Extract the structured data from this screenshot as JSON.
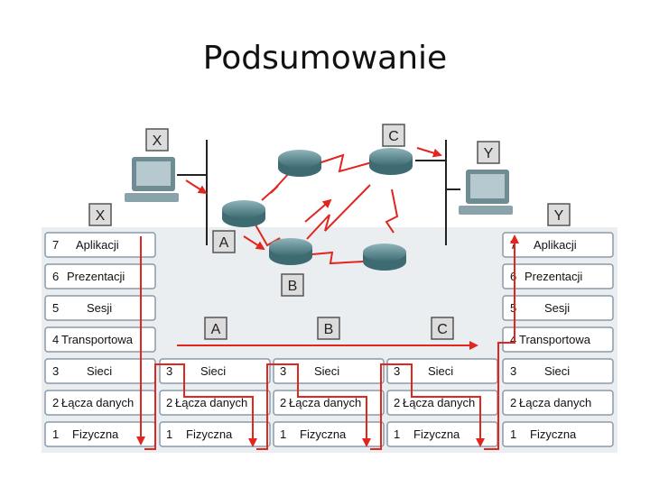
{
  "title": "Podsumowanie",
  "network": {
    "hosts": [
      "X",
      "Y"
    ],
    "routers": [
      "A",
      "B",
      "C"
    ]
  },
  "stacks": {
    "left": {
      "label": "X",
      "layers": [
        {
          "num": "7",
          "name": "Aplikacji"
        },
        {
          "num": "6",
          "name": "Prezentacji"
        },
        {
          "num": "5",
          "name": "Sesji"
        },
        {
          "num": "4",
          "name": "Transportowa"
        },
        {
          "num": "3",
          "name": "Sieci"
        },
        {
          "num": "2",
          "name": "Łącza danych"
        },
        {
          "num": "1",
          "name": "Fizyczna"
        }
      ]
    },
    "right": {
      "label": "Y",
      "layers": [
        {
          "num": "7",
          "name": "Aplikacji"
        },
        {
          "num": "6",
          "name": "Prezentacji"
        },
        {
          "num": "5",
          "name": "Sesji"
        },
        {
          "num": "4",
          "name": "Transportowa"
        },
        {
          "num": "3",
          "name": "Sieci"
        },
        {
          "num": "2",
          "name": "Łącza danych"
        },
        {
          "num": "1",
          "name": "Fizyczna"
        }
      ]
    },
    "routers": [
      {
        "label": "A",
        "layers": [
          {
            "num": "3",
            "name": "Sieci"
          },
          {
            "num": "2",
            "name": "Łącza danych"
          },
          {
            "num": "1",
            "name": "Fizyczna"
          }
        ]
      },
      {
        "label": "B",
        "layers": [
          {
            "num": "3",
            "name": "Sieci"
          },
          {
            "num": "2",
            "name": "Łącza danych"
          },
          {
            "num": "1",
            "name": "Fizyczna"
          }
        ]
      },
      {
        "label": "C",
        "layers": [
          {
            "num": "3",
            "name": "Sieci"
          },
          {
            "num": "2",
            "name": "Łącza danych"
          },
          {
            "num": "1",
            "name": "Fizyczna"
          }
        ]
      }
    ]
  },
  "colors": {
    "accent": "#e0261e",
    "panel": "#eaeef0",
    "router": "#4f7f86"
  }
}
